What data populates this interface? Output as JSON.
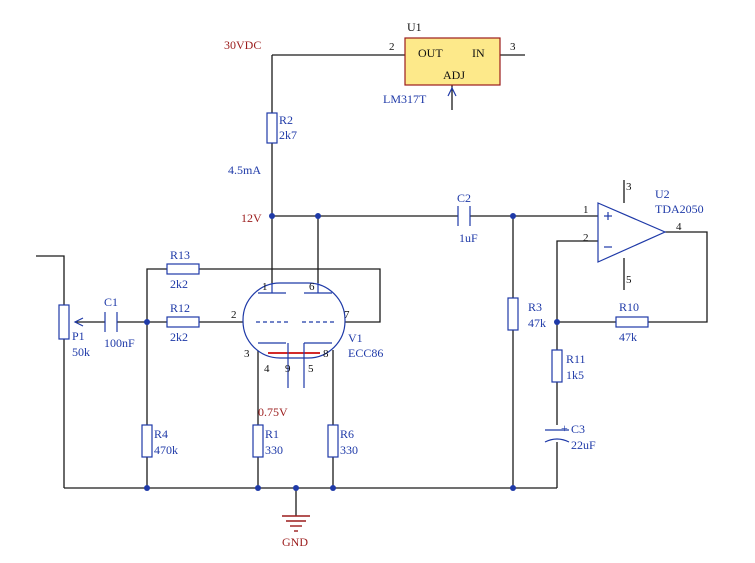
{
  "supply": {
    "voltage": "30VDC"
  },
  "regulator": {
    "ref": "U1",
    "part": "LM317T",
    "pin_out": "OUT",
    "pin_in": "IN",
    "pin_adj": "ADJ",
    "pin2": "2",
    "pin3": "3"
  },
  "r2": {
    "ref": "R2",
    "value": "2k7"
  },
  "current_note": "4.5mA",
  "node_12v": "12V",
  "node_075v": "0.75V",
  "c2": {
    "ref": "C2",
    "value": "1uF"
  },
  "opamp": {
    "ref": "U2",
    "part": "TDA2050",
    "pin1": "1",
    "pin2": "2",
    "pin3": "3",
    "pin4": "4",
    "pin5": "5"
  },
  "r13": {
    "ref": "R13",
    "value": "2k2"
  },
  "r12": {
    "ref": "R12",
    "value": "2k2"
  },
  "c1": {
    "ref": "C1",
    "value": "100nF"
  },
  "p1": {
    "ref": "P1",
    "value": "50k"
  },
  "tube": {
    "ref": "V1",
    "part": "ECC86",
    "pin1": "1",
    "pin2": "2",
    "pin3": "3",
    "pin4": "4",
    "pin5": "5",
    "pin6": "6",
    "pin7": "7",
    "pin8": "8",
    "pin9": "9"
  },
  "r3": {
    "ref": "R3",
    "value": "47k"
  },
  "r10": {
    "ref": "R10",
    "value": "47k"
  },
  "r11": {
    "ref": "R11",
    "value": "1k5"
  },
  "c3": {
    "ref": "C3",
    "value": "22uF",
    "polarity": "+"
  },
  "r4": {
    "ref": "R4",
    "value": "470k"
  },
  "r1": {
    "ref": "R1",
    "value": "330"
  },
  "r6": {
    "ref": "R6",
    "value": "330"
  },
  "ground": {
    "label": "GND"
  },
  "colors": {
    "wire": "#1a1a1a",
    "component": "#1f3aa8",
    "net_label": "#9b1c1c",
    "regulator_fill": "#fde98a"
  }
}
